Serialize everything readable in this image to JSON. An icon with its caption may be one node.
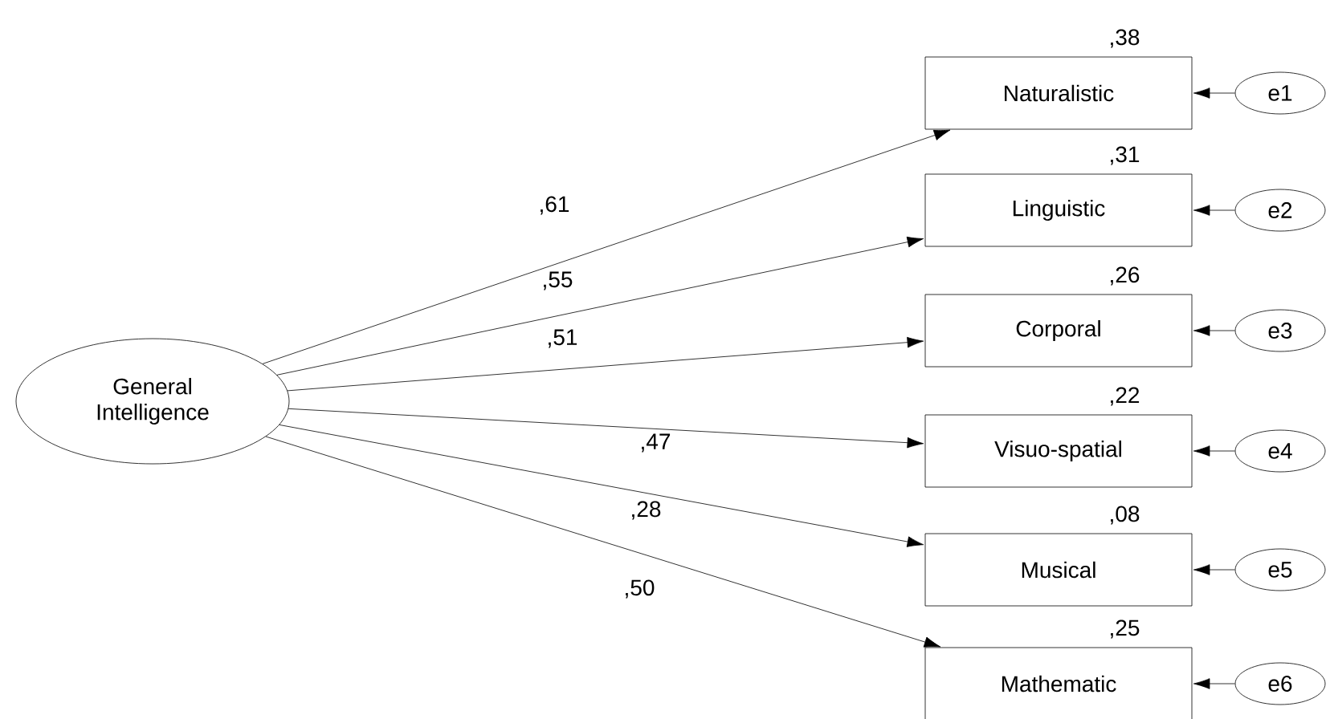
{
  "diagram": {
    "nodes": [
      {
        "text": [
          "General Intelligence"
        ]
      },
      {
        "text": [
          "Naturalistic"
        ],
        "beside": [
          ",38"
        ]
      },
      {
        "text": [
          "Linguistic"
        ],
        "beside": [
          ",31"
        ]
      },
      {
        "text": [
          "Corporal"
        ],
        "beside": [
          ",26"
        ]
      },
      {
        "text": [
          "Visuo-spatial"
        ],
        "beside": [
          ",22"
        ]
      },
      {
        "text": [
          "Musical"
        ],
        "beside": [
          ",08"
        ]
      },
      {
        "text": [
          "Mathematic"
        ],
        "beside": [
          ",25"
        ]
      },
      {
        "text": [
          "e1"
        ]
      },
      {
        "text": [
          "e2"
        ]
      },
      {
        "text": [
          "e3"
        ]
      },
      {
        "text": [
          "e4"
        ]
      },
      {
        "text": [
          "e5"
        ]
      },
      {
        "text": [
          "e6"
        ]
      }
    ],
    "edges": [
      {
        "from": 0,
        "to": 1,
        "arrow": "to",
        "label": ",61"
      },
      {
        "from": 0,
        "to": 2,
        "arrow": "to",
        "label": ",55"
      },
      {
        "from": 0,
        "to": 3,
        "arrow": "to",
        "label": ",51"
      },
      {
        "from": 0,
        "to": 4,
        "arrow": "to",
        "label": ",47"
      },
      {
        "from": 0,
        "to": 5,
        "arrow": "to",
        "label": ",28"
      },
      {
        "from": 0,
        "to": 6,
        "arrow": "to",
        "label": ",50"
      },
      {
        "from": 7,
        "to": 1,
        "arrow": "to"
      },
      {
        "from": 8,
        "to": 2,
        "arrow": "to"
      },
      {
        "from": 9,
        "to": 3,
        "arrow": "to"
      },
      {
        "from": 10,
        "to": 4,
        "arrow": "to"
      },
      {
        "from": 11,
        "to": 5,
        "arrow": "to"
      },
      {
        "from": 12,
        "to": 6,
        "arrow": "to"
      }
    ]
  }
}
